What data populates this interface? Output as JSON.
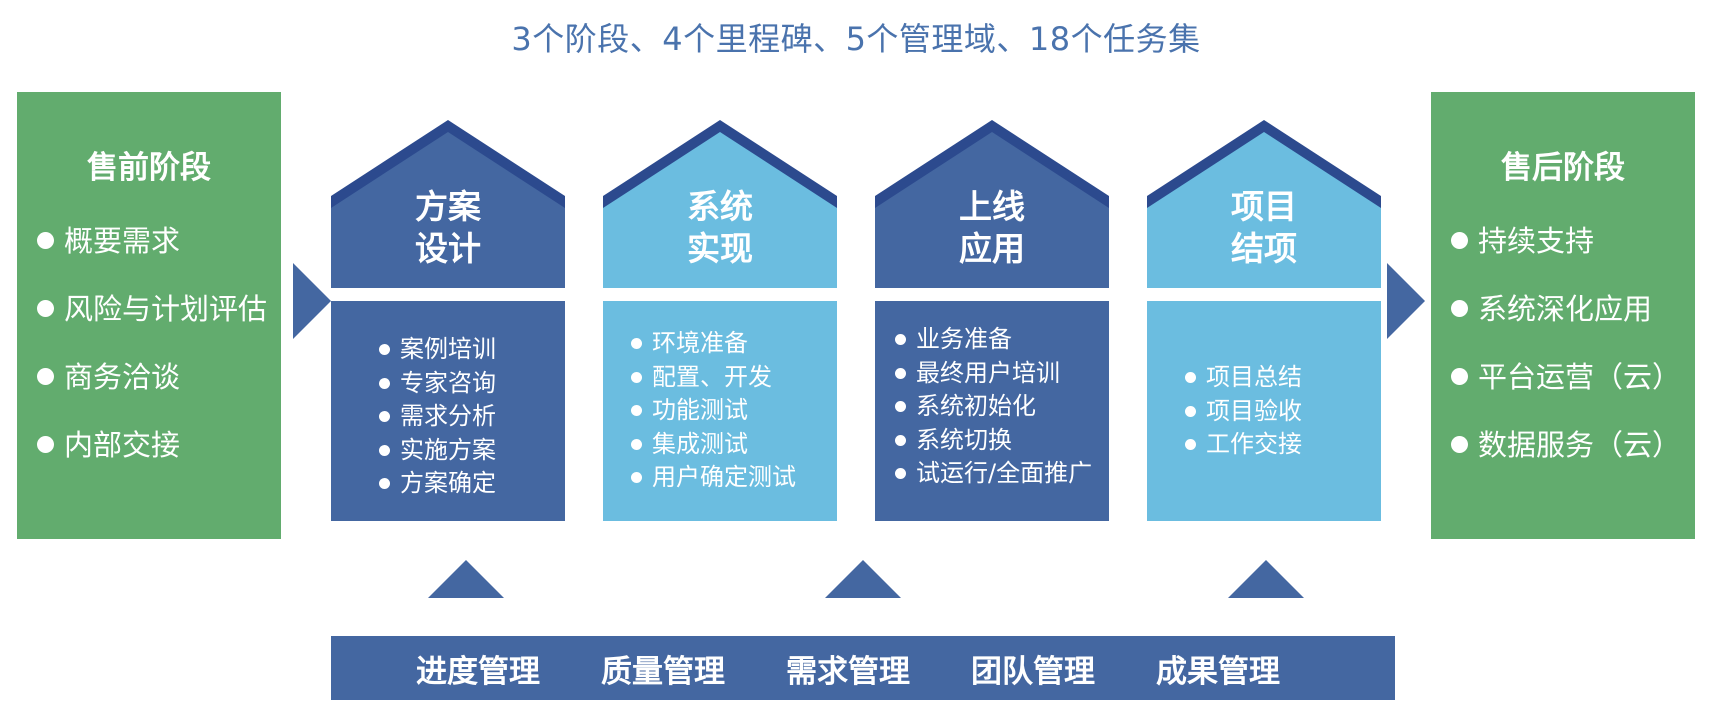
{
  "title": "3个阶段、4个里程碑、5个管理域、18个任务集",
  "pre_sales": {
    "title": "售前阶段",
    "items": [
      "概要需求",
      "风险与计划评估",
      "商务洽谈",
      "内部交接"
    ]
  },
  "post_sales": {
    "title": "售后阶段",
    "items": [
      "持续支持",
      "系统深化应用",
      "平台运营（云）",
      "数据服务（云）"
    ]
  },
  "stages": [
    {
      "line1": "方案",
      "line2": "设计",
      "items": [
        "案例培训",
        "专家咨询",
        "需求分析",
        "实施方案",
        "方案确定"
      ]
    },
    {
      "line1": "系统",
      "line2": "实现",
      "items": [
        "环境准备",
        "配置、开发",
        "功能测试",
        "集成测试",
        "用户确定测试"
      ]
    },
    {
      "line1": "上线",
      "line2": "应用",
      "items": [
        "业务准备",
        "最终用户培训",
        "系统初始化",
        "系统切换",
        "试运行/全面推广"
      ]
    },
    {
      "line1": "项目",
      "line2": "结项",
      "items": [
        "项目总结",
        "项目验收",
        "工作交接"
      ]
    }
  ],
  "management": [
    "进度管理",
    "质量管理",
    "需求管理",
    "团队管理",
    "成果管理"
  ],
  "colors": {
    "green": "#62ac6e",
    "dark_blue": "#4467a1",
    "light_blue": "#6bbde0",
    "roof_border": "#2c4a8e",
    "title_blue": "#4a73ad"
  }
}
